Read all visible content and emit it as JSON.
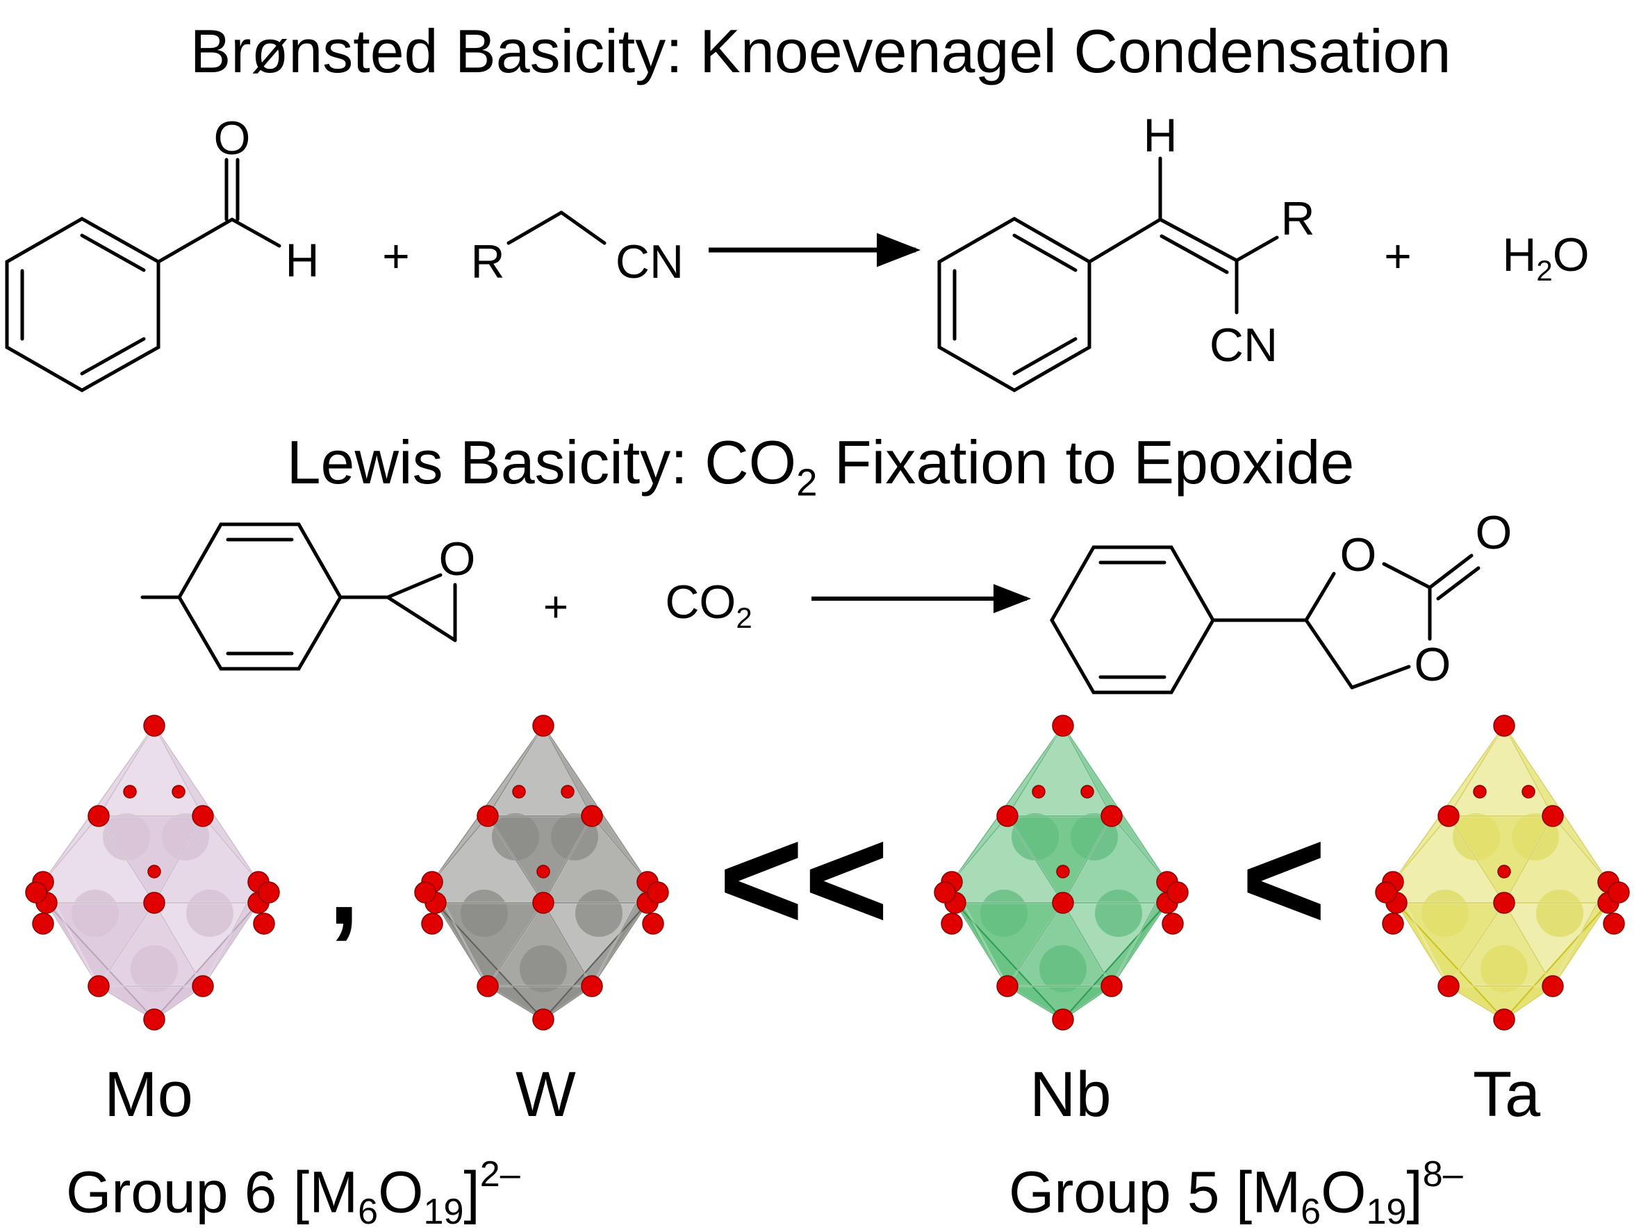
{
  "heading_bronsted": {
    "main": "Brønsted Basicity: Knoevenagel Condensation"
  },
  "heading_lewis": {
    "pre": "Lewis Basicity: CO",
    "sub": "2",
    "post": " Fixation to Epoxide"
  },
  "reaction1": {
    "aldehyde_o": "O",
    "aldehyde_h": "H",
    "plus1": "+",
    "nitrile_r": "R",
    "nitrile_cn": "CN",
    "product_h": "H",
    "product_r": "R",
    "product_cn": "CN",
    "plus2": "+",
    "water_h": "H",
    "water_sub": "2",
    "water_o": "O"
  },
  "reaction2": {
    "epoxide_o": "O",
    "plus": "+",
    "co2_main": "CO",
    "co2_sub": "2",
    "carbonate_o_ring1": "O",
    "carbonate_o_carbonyl": "O",
    "carbonate_o_ring2": "O"
  },
  "comparison": {
    "comma": ",",
    "much_less": "<<",
    "less": "<"
  },
  "clusters": [
    {
      "metal": "Mo",
      "color": "#d9c3d8",
      "edge": "#b9a3b8"
    },
    {
      "metal": "W",
      "color": "#8a8a86",
      "edge": "#5e5e5a"
    },
    {
      "metal": "Nb",
      "color": "#5fbf7c",
      "edge": "#2f9a52"
    },
    {
      "metal": "Ta",
      "color": "#e3e06a",
      "edge": "#c9c21f"
    }
  ],
  "oxygen_color": "#e00000",
  "group_labels": {
    "g6": {
      "pre": "Group 6 [M",
      "sub1": "6",
      "mid": "O",
      "sub2": "19",
      "post": "]",
      "sup": "2–"
    },
    "g5": {
      "pre": "Group 5 [M",
      "sub1": "6",
      "mid": "O",
      "sub2": "19",
      "post": "]",
      "sup": "8–"
    }
  }
}
